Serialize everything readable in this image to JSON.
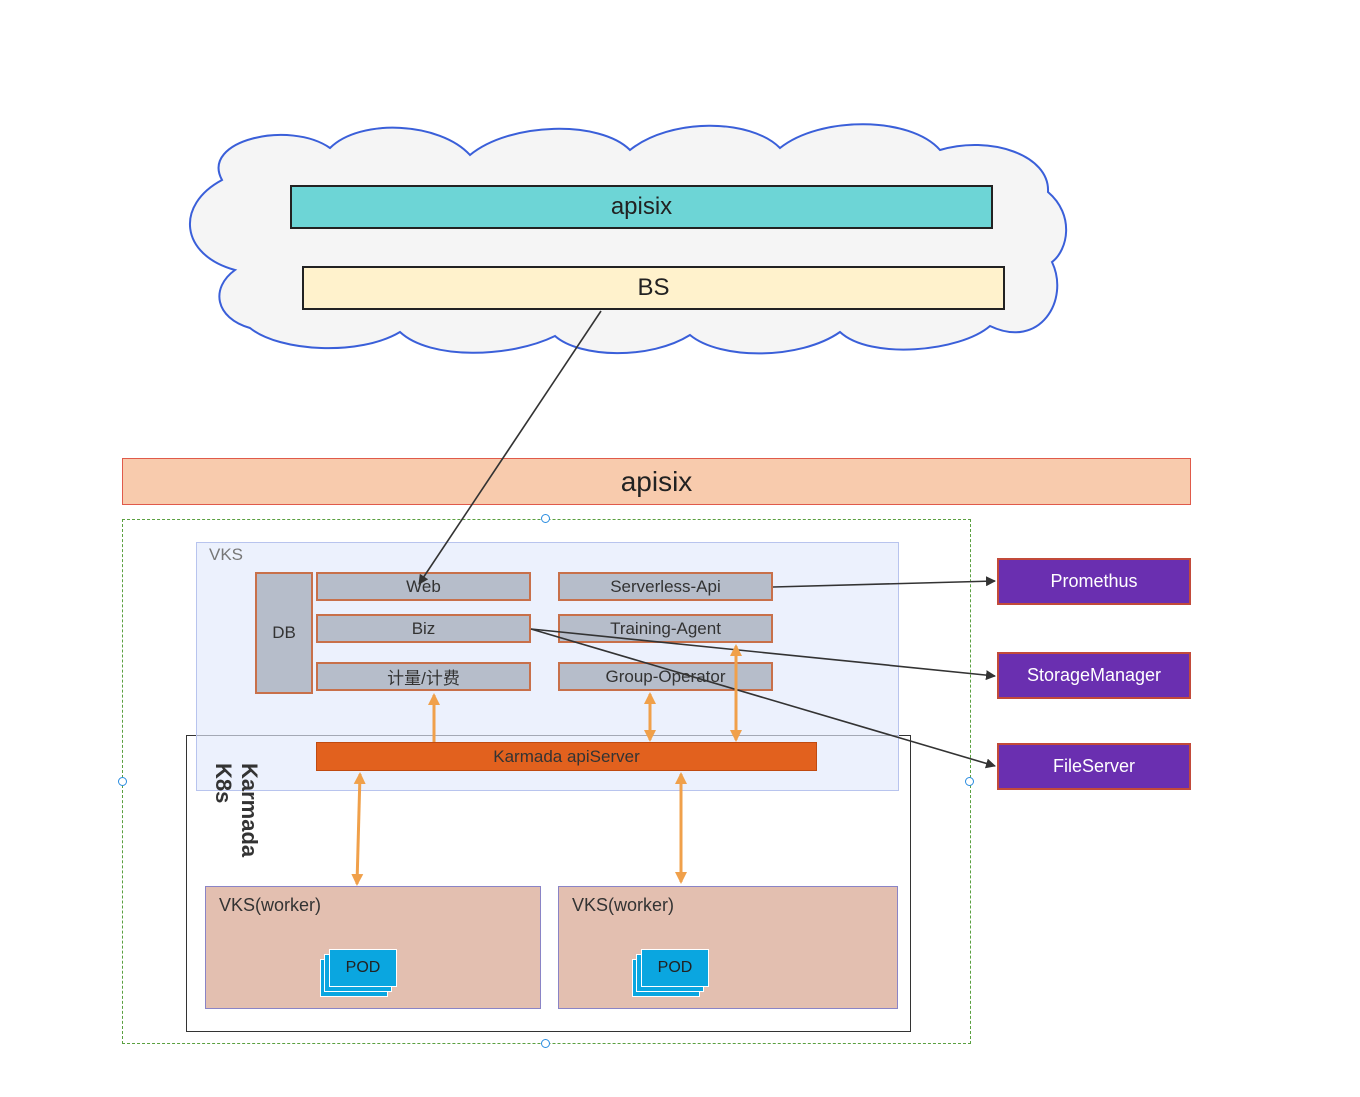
{
  "cloud": {
    "apisix_label": "apisix",
    "bs_label": "BS"
  },
  "gateway": {
    "apisix_label": "apisix"
  },
  "vks": {
    "title": "VKS",
    "db_label": "DB",
    "services": {
      "web": "Web",
      "biz": "Biz",
      "billing": "计量/计费",
      "serverless_api": "Serverless-Api",
      "training_agent": "Training-Agent",
      "group_operator": "Group-Operator"
    }
  },
  "karmada": {
    "title": "Karmada\nK8s",
    "apiserver_label": "Karmada apiServer",
    "workers": [
      {
        "label": "VKS(worker)",
        "pod_label": "POD"
      },
      {
        "label": "VKS(worker)",
        "pod_label": "POD"
      }
    ]
  },
  "external": {
    "promethus": "Promethus",
    "storage_manager": "StorageManager",
    "file_server": "FileServer"
  },
  "colors": {
    "cloud_fill": "#f5f5f5",
    "cloud_stroke": "#3a5fd9",
    "apisix_cloud": "#6dd5d6",
    "bs": "#fff2cc",
    "apisix_gateway": "#f8cbad",
    "vks_bg": "#edf2fc",
    "service_fill": "#b6bdca",
    "service_border": "#c8704a",
    "apiserver": "#e2611e",
    "worker": "#e3bfb0",
    "pod": "#0aa6e0",
    "external": "#6a2fb0",
    "orange_arrow": "#f0a04a"
  }
}
